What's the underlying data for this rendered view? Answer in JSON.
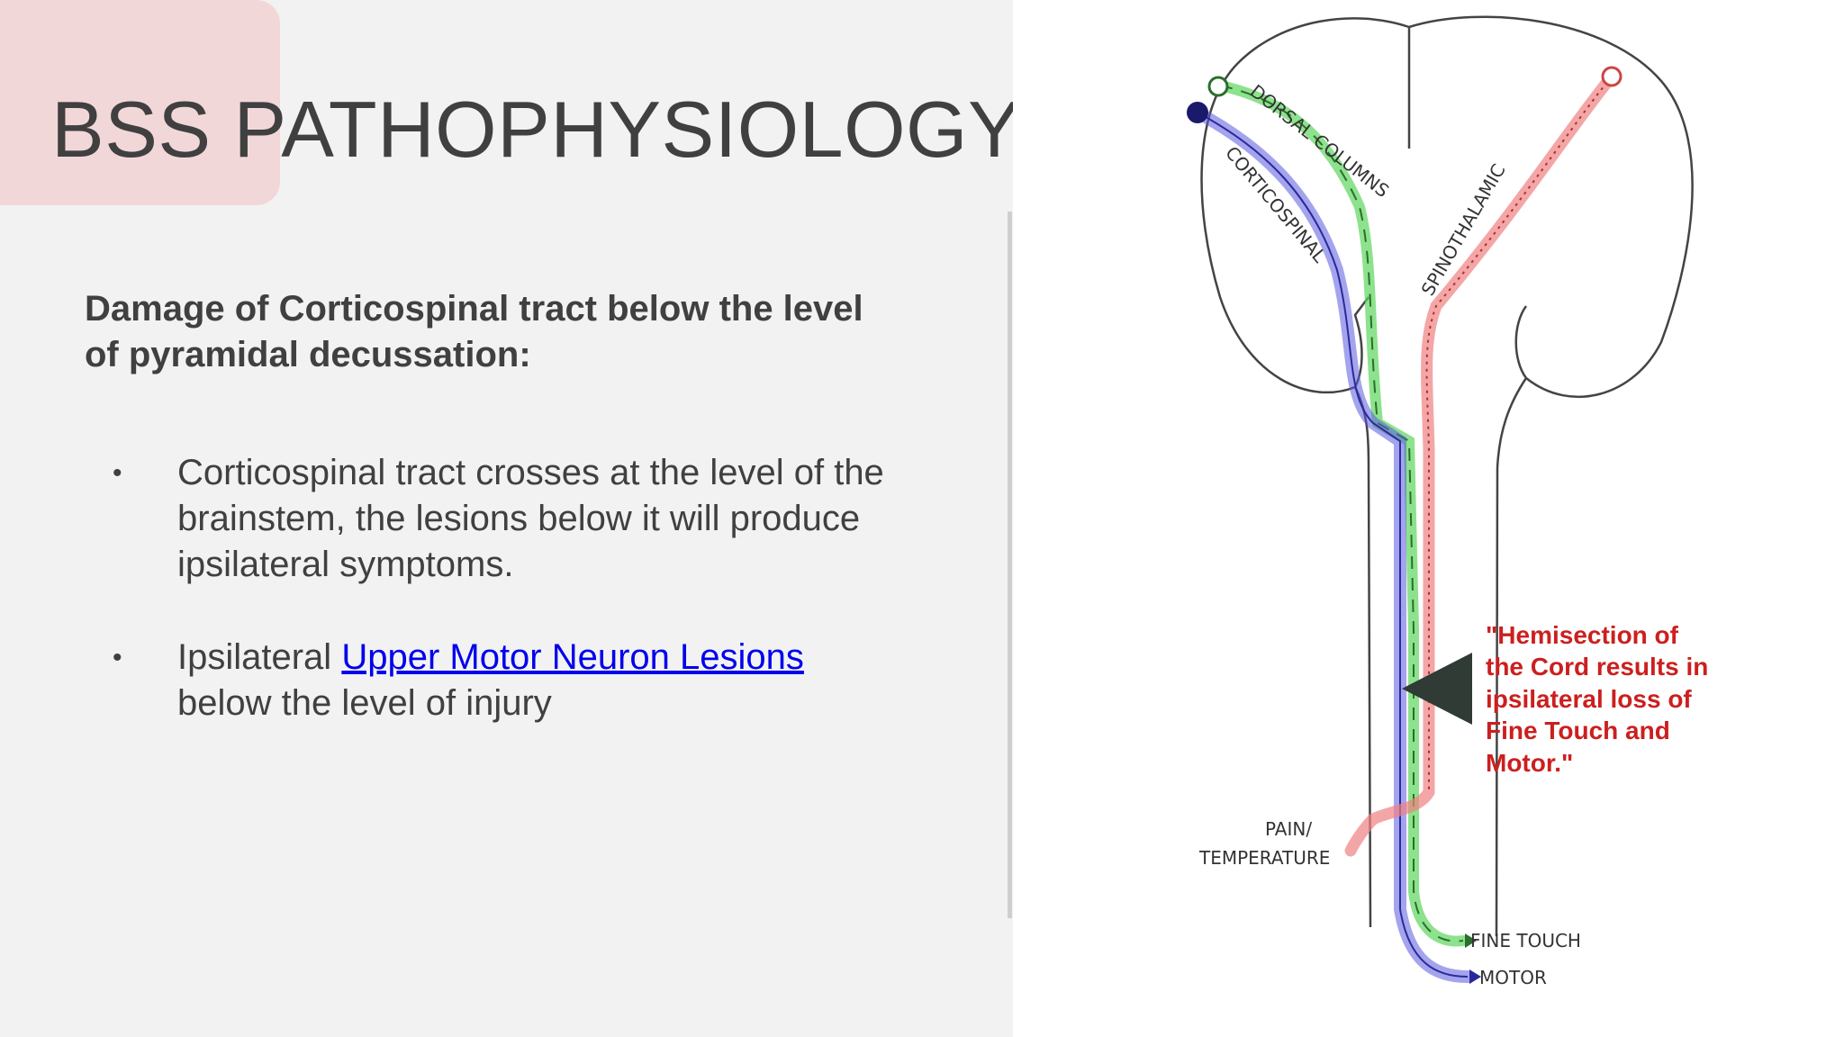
{
  "slide": {
    "title": "BSS PATHOPHYSIOLOGY",
    "subtitle": "Damage of Corticospinal tract below the level of pyramidal decussation:",
    "bullets": [
      {
        "dot": "•",
        "line1": "Corticospinal tract crosses at the level of the brainstem, the lesions below it will produce ipsilateral symptoms."
      },
      {
        "dot": "•",
        "prefix": "Ipsilateral ",
        "link_text": "Upper Motor Neuron Lesions",
        "suffix": "below the level of injury"
      }
    ]
  },
  "diagram": {
    "labels": {
      "dorsal_columns": "DORSAL COLUMNS",
      "corticospinal": "CORTICOSPINAL",
      "spinothalamic": "SPINOTHALAMIC",
      "pain": "PAIN/",
      "temperature": "TEMPERATURE",
      "fine_touch": "FINE TOUCH",
      "motor": "MOTOR"
    },
    "callout": {
      "line1": "\"Hemisection of",
      "line2": "the Cord results in",
      "line3": "ipsilateral loss of",
      "line4": "Fine Touch and",
      "line5": "Motor.\""
    },
    "colors": {
      "dorsal_columns": "#5cd65c",
      "corticospinal": "#5a5ae0",
      "spinothalamic": "#f08080",
      "callout_text": "#cc1f1f",
      "outline": "#444444"
    }
  }
}
